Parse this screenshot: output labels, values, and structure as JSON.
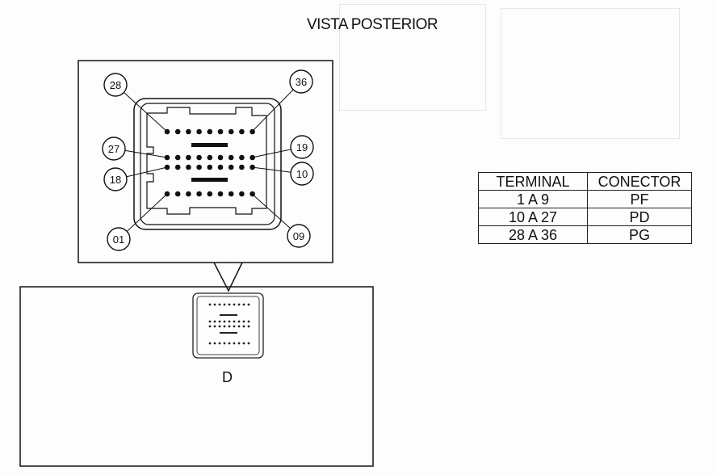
{
  "title": "VISTA POSTERIOR",
  "connector_label": "D",
  "pin_callouts": [
    "28",
    "36",
    "27",
    "19",
    "18",
    "10",
    "01",
    "09"
  ],
  "table": {
    "headers": [
      "TERMINAL",
      "CONECTOR"
    ],
    "rows": [
      {
        "terminal": "1 A 9",
        "conector": "PF"
      },
      {
        "terminal": "10 A 27",
        "conector": "PD"
      },
      {
        "terminal": "28 A 36",
        "conector": "PG"
      }
    ]
  }
}
